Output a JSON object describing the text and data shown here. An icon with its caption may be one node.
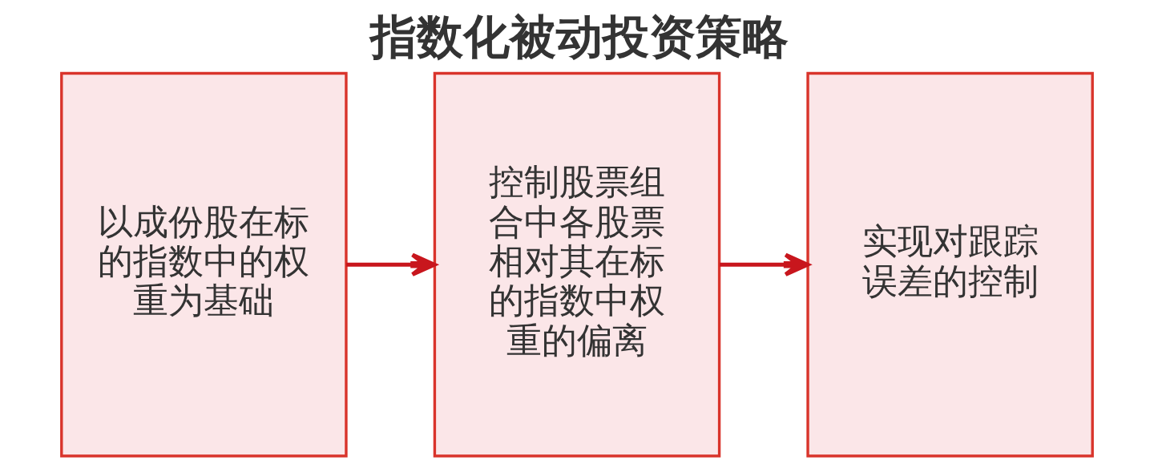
{
  "diagram": {
    "title": "指数化被动投资策略",
    "nodes": [
      {
        "text": [
          "以成份股在标的指数中的权重为基础"
        ]
      },
      {
        "text": [
          "控制股票组合中各股票相对其在标的指数中权重的偏离"
        ]
      },
      {
        "text": [
          "实现对跟踪误差的控制"
        ]
      }
    ],
    "edges": [
      {
        "from": 0,
        "to": 1,
        "arrow": "to"
      },
      {
        "from": 1,
        "to": 2,
        "arrow": "to"
      }
    ]
  }
}
